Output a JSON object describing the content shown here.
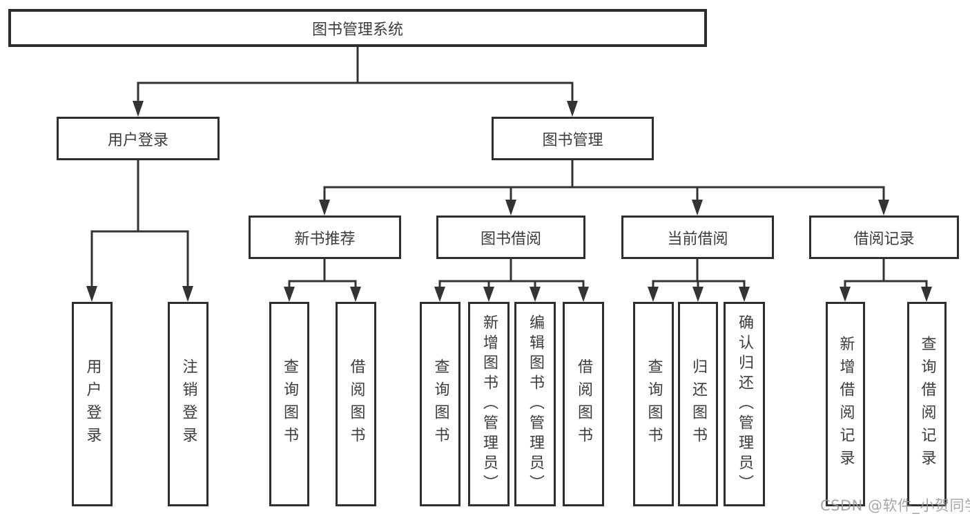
{
  "diagram": {
    "type": "hierarchy",
    "root": {
      "label": "图书管理系统",
      "children": [
        {
          "label": "用户登录",
          "children": [
            {
              "label": "用户登录"
            },
            {
              "label": "注销登录"
            }
          ]
        },
        {
          "label": "图书管理",
          "children": [
            {
              "label": "新书推荐",
              "children": [
                {
                  "label": "查询图书"
                },
                {
                  "label": "借阅图书"
                }
              ]
            },
            {
              "label": "图书借阅",
              "children": [
                {
                  "label": "查询图书"
                },
                {
                  "label": "新增图书（管理员）"
                },
                {
                  "label": "编辑图书（管理员）"
                },
                {
                  "label": "借阅图书"
                }
              ]
            },
            {
              "label": "当前借阅",
              "children": [
                {
                  "label": "查询图书"
                },
                {
                  "label": "归还图书"
                },
                {
                  "label": "确认归还（管理员）"
                }
              ]
            },
            {
              "label": "借阅记录",
              "children": [
                {
                  "label": "新增借阅记录"
                },
                {
                  "label": "查询借阅记录"
                }
              ]
            }
          ]
        }
      ]
    },
    "colors": {
      "line": "#333333",
      "border": "#2e2e2e",
      "text": "#3c3c3c",
      "background": "#ffffff",
      "watermark": "#969696"
    }
  },
  "watermark": {
    "text": "CSDN @软件_小贺同学"
  }
}
